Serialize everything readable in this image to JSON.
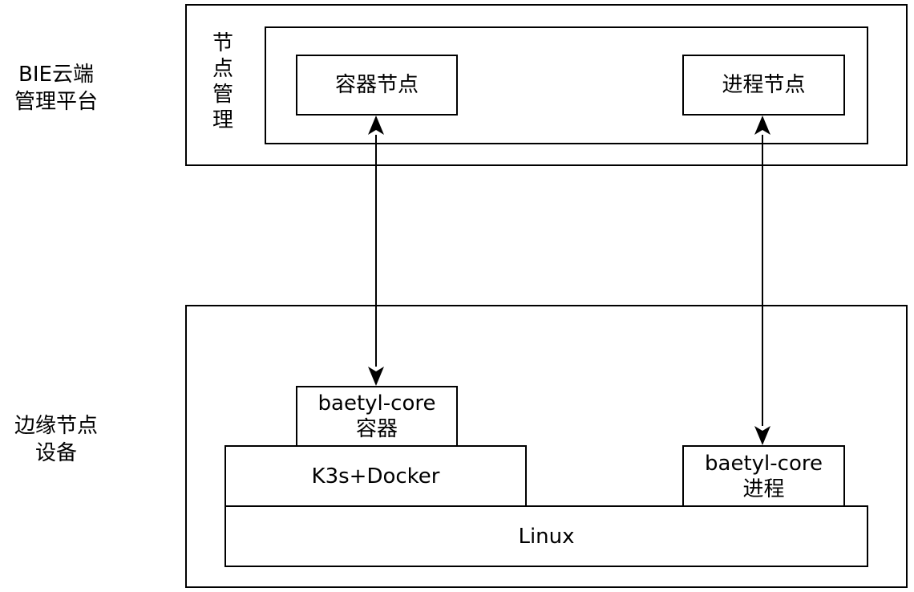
{
  "cloud": {
    "title_line1": "BIE云端",
    "title_line2": "管理平台",
    "panel_label_chars": [
      "节",
      "点",
      "管",
      "理"
    ],
    "container_node": "容器节点",
    "process_node": "进程节点"
  },
  "edge": {
    "title_line1": "边缘节点",
    "title_line2": "设备",
    "core_container_line1": "baetyl-core",
    "core_container_line2": "容器",
    "k3s_docker": "K3s+Docker",
    "core_process_line1": "baetyl-core",
    "core_process_line2": "进程",
    "linux": "Linux"
  },
  "colors": {
    "stroke": "#000000",
    "background": "#ffffff"
  }
}
